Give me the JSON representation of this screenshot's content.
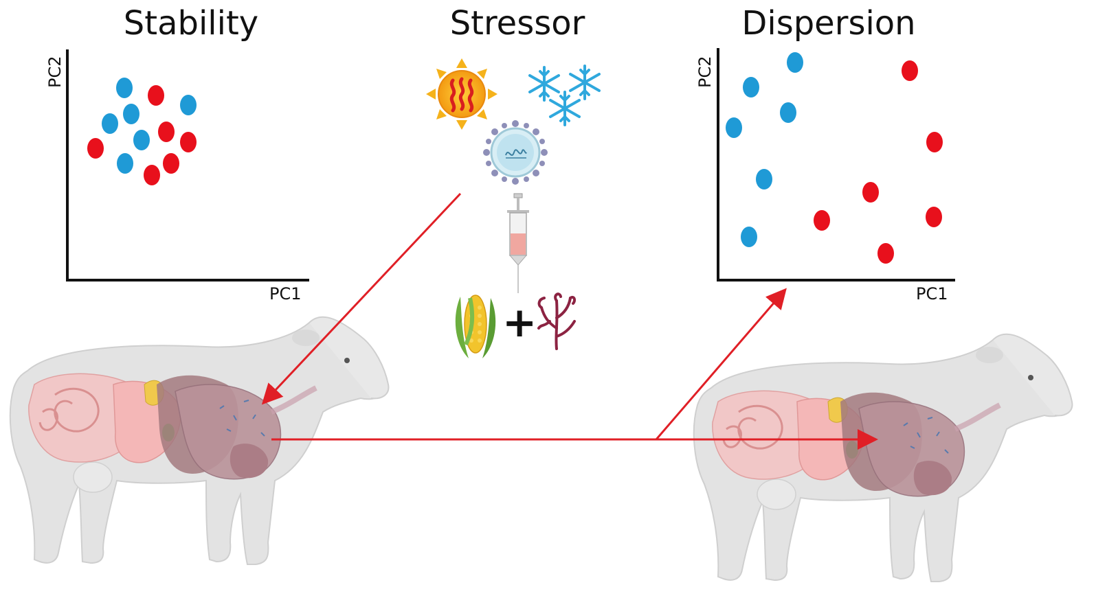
{
  "titles": {
    "stability": "Stability",
    "stressor": "Stressor",
    "dispersion": "Dispersion"
  },
  "plots": {
    "left": {
      "x_axis": "PC1",
      "y_axis": "PC2"
    },
    "right": {
      "x_axis": "PC1",
      "y_axis": "PC2"
    }
  },
  "stressors": {
    "icons": [
      "heat-sun-icon",
      "snowflakes-icon",
      "virus-icon",
      "syringe-icon",
      "corn-icon",
      "seaweed-icon"
    ],
    "plus": "+"
  },
  "colors": {
    "blue": "#1f9ad6",
    "red": "#e8101c",
    "arrow": "#e01f26",
    "axis": "#111111"
  }
}
